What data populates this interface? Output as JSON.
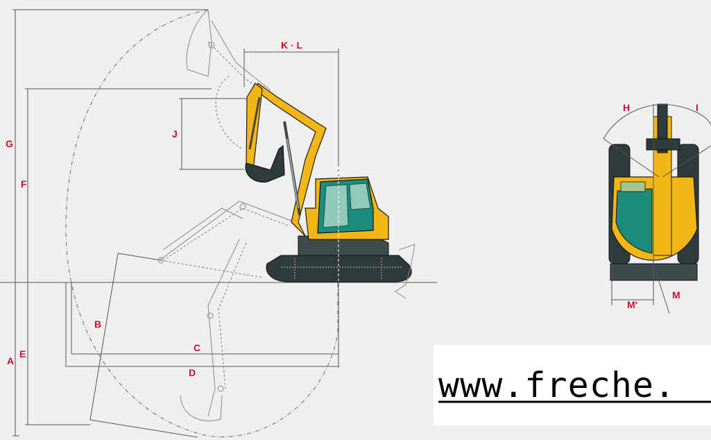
{
  "labels": {
    "A": "A",
    "B": "B",
    "C": "C",
    "D": "D",
    "E": "E",
    "F": "F",
    "G": "G",
    "J": "J",
    "KL": "K · L",
    "H": "H",
    "I": "I",
    "M": "M",
    "Mp": "M'"
  },
  "watermark": "www.freche.",
  "colors": {
    "machine_yellow": "#f2b716",
    "cab_teal": "#1b8c7e",
    "track_dark": "#2f3a3c",
    "label_red": "#c8102e",
    "background": "#efefef"
  }
}
